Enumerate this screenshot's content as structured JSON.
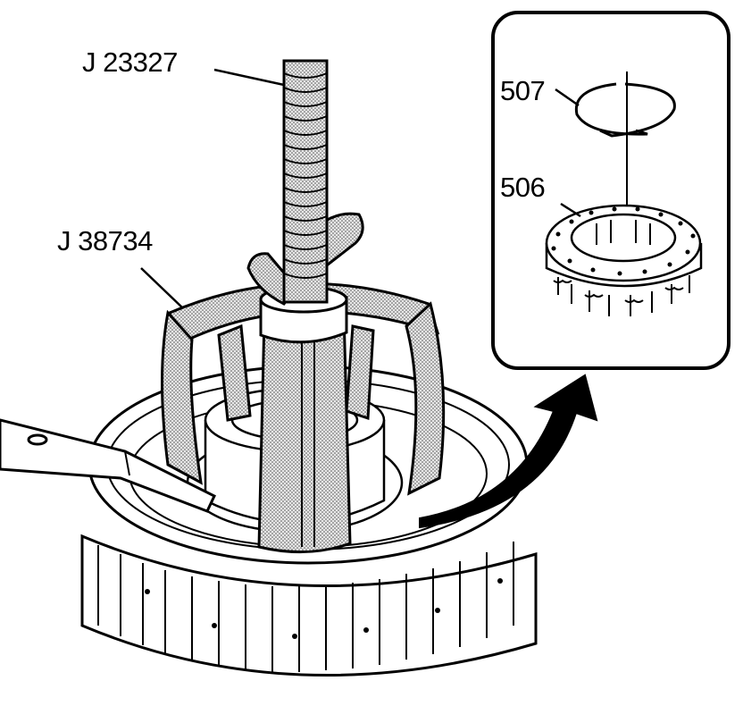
{
  "labels": {
    "tool_top": "J 23327",
    "tool_puller": "J 38734",
    "part_snap_ring": "507",
    "part_spring_assembly": "506"
  },
  "colors": {
    "line": "#000000",
    "background": "#ffffff",
    "stipple": "#b0b0b0"
  }
}
